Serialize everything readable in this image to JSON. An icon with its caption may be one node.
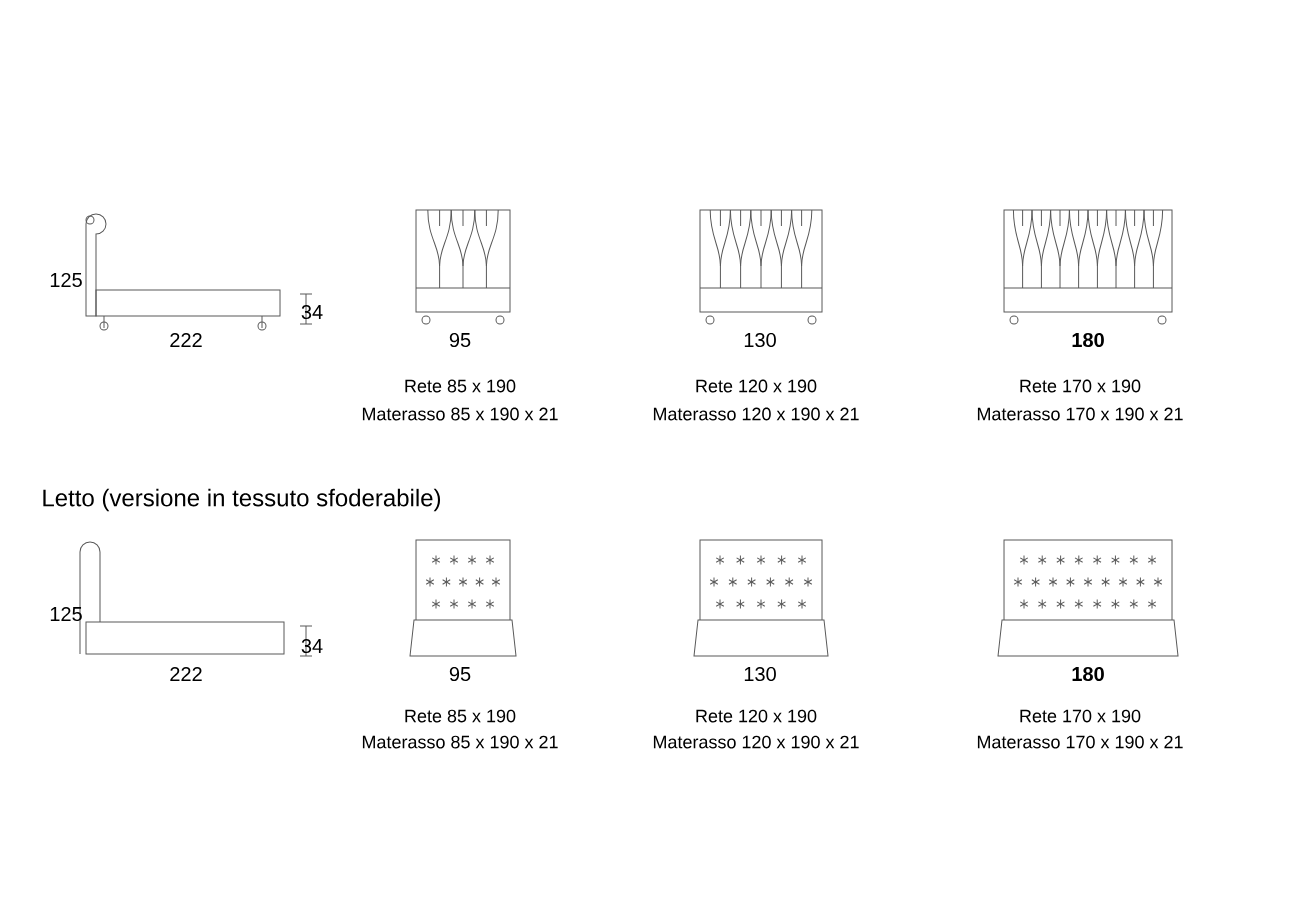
{
  "diagram": {
    "labels": [
      "125",
      "34",
      "222",
      "95",
      "130",
      "180",
      "Rete 85 x 190",
      "Rete 120 x 190",
      "Rete 170 x 190",
      "Materasso 85 x 190 x 21",
      "Materasso 120 x 190 x 21",
      "Materasso 170 x 190 x 21",
      "Letto (versione in tessuto sfoderabile)",
      "125",
      "34",
      "222",
      "95",
      "130",
      "180",
      "Rete 85 x 190",
      "Rete 120 x 190",
      "Rete 170 x 190",
      "Materasso 85 x 190 x 21",
      "Materasso 120 x 190 x 21",
      "Materasso 170 x 190 x 21"
    ]
  }
}
